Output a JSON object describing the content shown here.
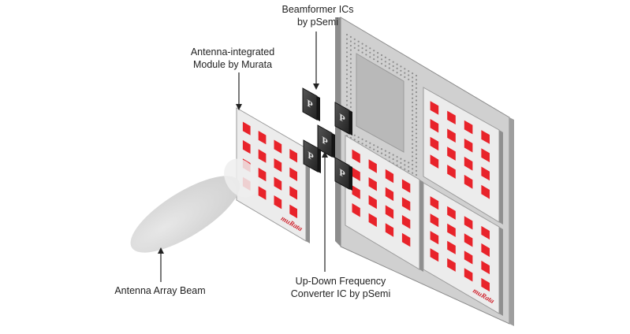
{
  "labels": {
    "beamformer": {
      "line1": "Beamformer ICs",
      "line2": "by pSemi"
    },
    "module": {
      "line1": "Antenna-integrated",
      "line2": "Module by Murata"
    },
    "converter": {
      "line1": "Up-Down Frequency",
      "line2": "Converter IC by pSemi"
    },
    "beam": {
      "line1": "Antenna Array Beam"
    }
  },
  "logos": {
    "murata": "muRata",
    "psemi": "P"
  },
  "colors": {
    "patch": "#e8232a",
    "tile_face": "#ececec",
    "tile_edge": "#9a9a9a",
    "board": "#d3d3d3",
    "board_dark": "#a4a4a4",
    "chip": "#3a3a3a",
    "beam": "#d9d9d9"
  }
}
